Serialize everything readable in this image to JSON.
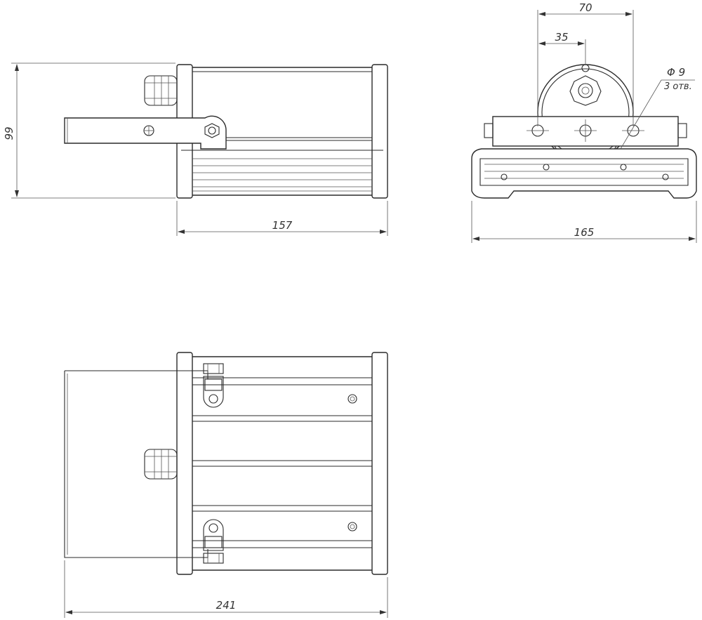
{
  "dimensions": {
    "height": "99",
    "length": "157",
    "width": "165",
    "bracket_span": "70",
    "bracket_half": "35",
    "hole_diameter": "Φ 9",
    "hole_count": "3 отв.",
    "total_length": "241"
  },
  "colors": {
    "line": "#2a2a2a",
    "background": "#ffffff"
  }
}
